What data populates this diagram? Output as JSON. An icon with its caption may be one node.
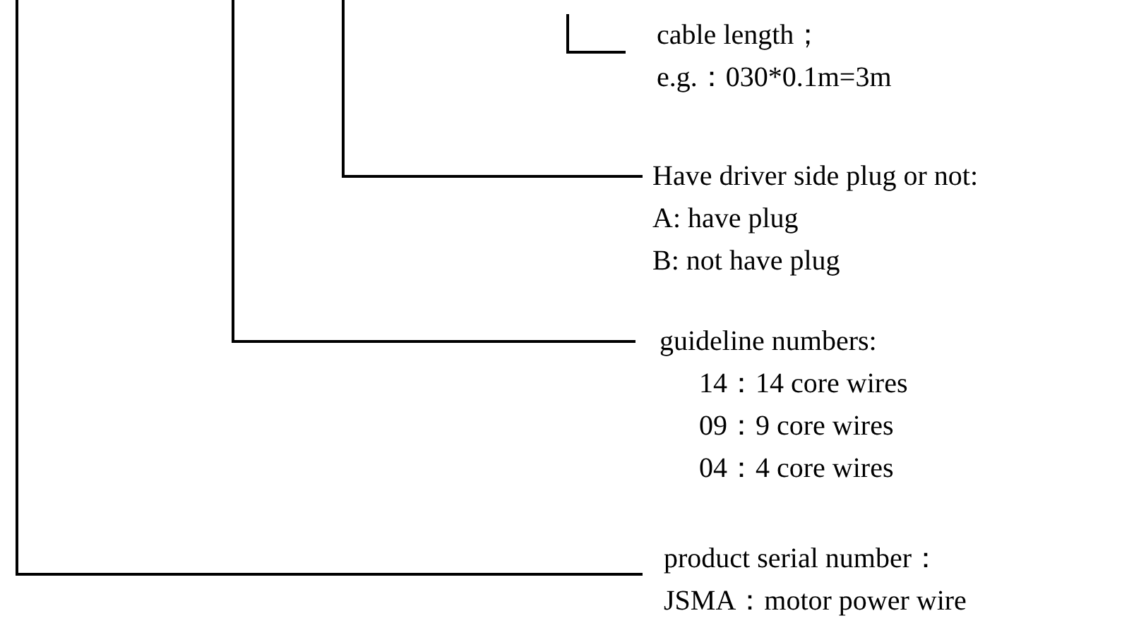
{
  "diagram": {
    "nodes": [
      {
        "text": [
          "cable length；",
          "e.g.：030*0.1m=3m"
        ]
      },
      {
        "text": [
          "Have driver side plug or not:",
          "A: have plug",
          "B: not have plug"
        ]
      },
      {
        "text": [
          "guideline numbers:",
          "14：14 core wires",
          "09：9 core wires",
          "04：4 core wires"
        ]
      },
      {
        "text": [
          "product serial number：",
          "JSMA：motor power wire"
        ]
      }
    ],
    "edges": [
      {
        "from": null,
        "to": 0,
        "arrow": "none"
      },
      {
        "from": null,
        "to": 1,
        "arrow": "none"
      },
      {
        "from": null,
        "to": 2,
        "arrow": "none"
      },
      {
        "from": null,
        "to": 3,
        "arrow": "none"
      }
    ]
  }
}
